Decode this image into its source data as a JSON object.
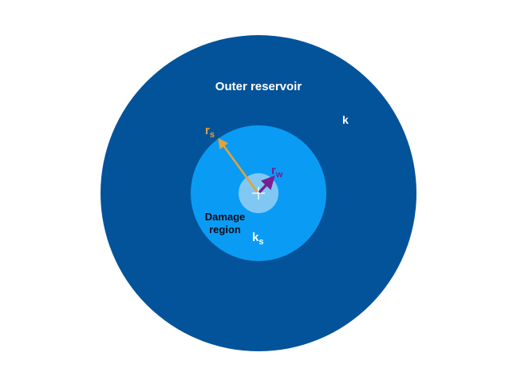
{
  "diagram": {
    "outer_label": "Outer reservoir",
    "k_label": "k",
    "damage_label_line1": "Damage",
    "damage_label_line2": "region",
    "ks_main": "k",
    "ks_sub": "s",
    "rs_main": "r",
    "rs_sub": "s",
    "rw_main": "r",
    "rw_sub": "w"
  },
  "colors": {
    "background": "#ffffff",
    "outer_reservoir": "#03539a",
    "damage_region": "#0a9cf5",
    "wellbore": "#80c8f3",
    "rs_arrow": "#e2a23a",
    "rw_arrow": "#7a1e91",
    "label_light": "#ffffff",
    "label_dark": "#0b0b14"
  }
}
